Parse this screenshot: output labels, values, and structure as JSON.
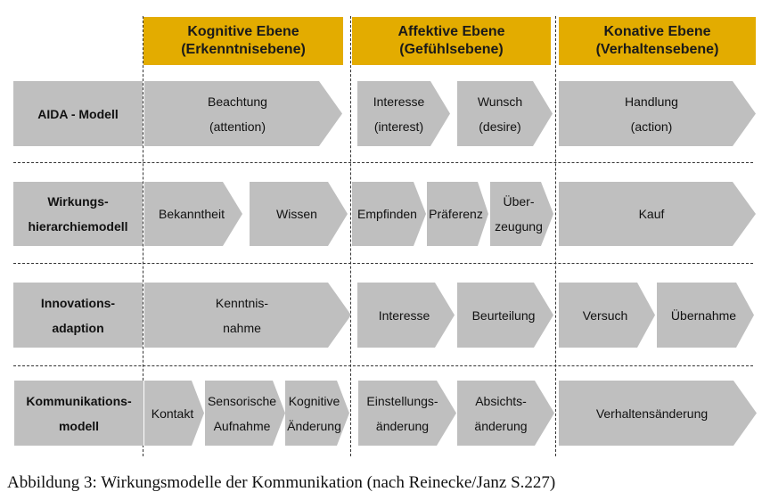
{
  "headers": [
    {
      "line1": "Kognitive Ebene",
      "line2": "(Erkenntnisebene)"
    },
    {
      "line1": "Affektive Ebene",
      "line2": "(Gefühlsebene)"
    },
    {
      "line1": "Konative Ebene",
      "line2": "(Verhaltensebene)"
    }
  ],
  "rows": [
    {
      "label": [
        "AIDA - Modell"
      ],
      "steps": [
        [
          "Beachtung",
          "(attention)"
        ],
        [
          "Interesse",
          "(interest)"
        ],
        [
          "Wunsch",
          "(desire)"
        ],
        [
          "Handlung",
          "(action)"
        ]
      ]
    },
    {
      "label": [
        "Wirkungs-",
        "hierarchiemodell"
      ],
      "steps": [
        [
          "Bekanntheit"
        ],
        [
          "Wissen"
        ],
        [
          "Empfinden"
        ],
        [
          "Präferenz"
        ],
        [
          "Über-",
          "zeugung"
        ],
        [
          "Kauf"
        ]
      ]
    },
    {
      "label": [
        "Innovations-",
        "adaption"
      ],
      "steps": [
        [
          "Kenntnis-",
          "nahme"
        ],
        [
          "Interesse"
        ],
        [
          "Beurteilung"
        ],
        [
          "Versuch"
        ],
        [
          "Übernahme"
        ]
      ]
    },
    {
      "label": [
        "Kommunikations-",
        "modell"
      ],
      "steps": [
        [
          "Kontakt"
        ],
        [
          "Sensorische",
          "Aufnahme"
        ],
        [
          "Kognitive",
          "Änderung"
        ],
        [
          "Einstellungs-",
          "änderung"
        ],
        [
          "Absichts-",
          "änderung"
        ],
        [
          "Verhaltensänderung"
        ]
      ]
    }
  ],
  "caption": "Abbildung 3: Wirkungsmodelle der Kommunikation (nach Reinecke/Janz S.227)",
  "colors": {
    "header": "#e3ac00",
    "shape": "#bfbfbf"
  }
}
